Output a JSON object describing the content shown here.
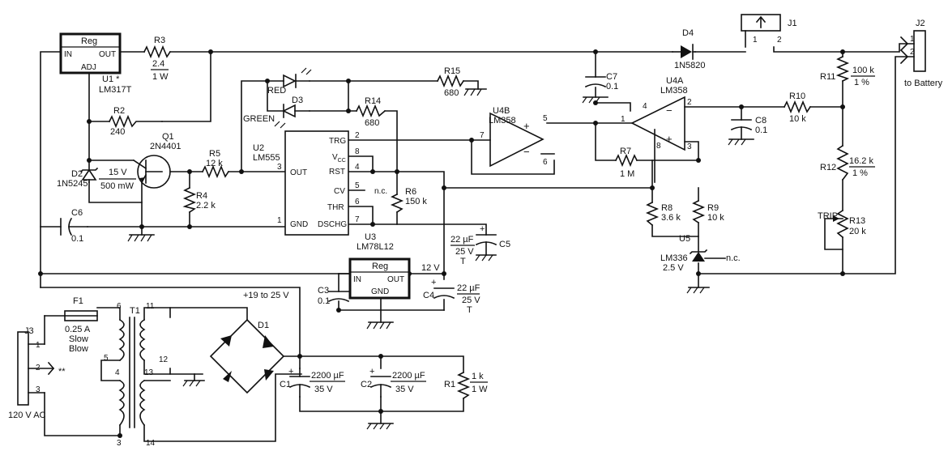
{
  "components": {
    "u1": {
      "box": "Reg",
      "in": "IN",
      "out": "OUT",
      "adj": "ADJ",
      "ref": "U1 *",
      "part": "LM317T"
    },
    "r3": {
      "ref": "R3",
      "value": "2.4",
      "power": "1 W"
    },
    "r2": {
      "ref": "R2",
      "value": "240"
    },
    "q1": {
      "ref": "Q1",
      "part": "2N4401"
    },
    "d2": {
      "ref": "D2",
      "part": "1N5245",
      "volt": "15 V",
      "power": "500 mW"
    },
    "r5": {
      "ref": "R5",
      "value": "12 k"
    },
    "r4": {
      "ref": "R4",
      "value": "2.2 k"
    },
    "c6": {
      "ref": "C6",
      "value": "0.1"
    },
    "leds": {
      "red": "RED",
      "green": "GREEN",
      "d3": "D3"
    },
    "r15": {
      "ref": "R15",
      "value": "680"
    },
    "r14": {
      "ref": "R14",
      "value": "680"
    },
    "u2": {
      "ref": "U2",
      "part": "LM555",
      "trg": "TRG",
      "vcc": "V",
      "vcc_sub": "CC",
      "rst": "RST",
      "cv": "CV",
      "thr": "THR",
      "dschg": "DSCHG",
      "out": "OUT",
      "gnd": "GND",
      "nc": "n.c.",
      "p2": "2",
      "p8": "8",
      "p4": "4",
      "p5": "5",
      "p6": "6",
      "p7": "7",
      "p3": "3",
      "p1": "1"
    },
    "r6": {
      "ref": "R6",
      "value": "150 k"
    },
    "u4b": {
      "ref": "U4B",
      "part": "LM358",
      "p7": "7",
      "p5": "5",
      "p6": "6"
    },
    "c5": {
      "ref": "C5",
      "value": "22 µF",
      "volt": "25 V",
      "type": "T"
    },
    "u3": {
      "ref": "U3",
      "part": "LM78L12",
      "box": "Reg",
      "in": "IN",
      "out": "OUT",
      "gnd": "GND",
      "rail": "12 V"
    },
    "c3": {
      "ref": "C3",
      "value": "0.1"
    },
    "c4": {
      "ref": "C4",
      "value": "22 µF",
      "volt": "25 V",
      "type": "T"
    },
    "d4": {
      "ref": "D4",
      "part": "1N5820"
    },
    "c7": {
      "ref": "C7",
      "value": "0.1"
    },
    "u4a": {
      "ref": "U4A",
      "part": "LM358",
      "p1": "1",
      "p2": "2",
      "p3": "3",
      "p4": "4",
      "p8": "8"
    },
    "r7": {
      "ref": "R7",
      "value": "1 M"
    },
    "r8": {
      "ref": "R8",
      "value": "3.6 k"
    },
    "r9": {
      "ref": "R9",
      "value": "10 k"
    },
    "u5": {
      "ref": "U5",
      "part": "LM336",
      "volt": "2.5 V",
      "nc": "n.c."
    },
    "c8": {
      "ref": "C8",
      "value": "0.1"
    },
    "r10": {
      "ref": "R10",
      "value": "10 k"
    },
    "j1": {
      "ref": "J1",
      "p1": "1",
      "p2": "2"
    },
    "j2": {
      "ref": "J2",
      "p1": "1",
      "p2": "2",
      "label": "to Battery"
    },
    "r11": {
      "ref": "R11",
      "value": "100 k",
      "tol": "1 %"
    },
    "r12": {
      "ref": "R12",
      "value": "16.2 k",
      "tol": "1 %"
    },
    "r13": {
      "ref": "R13",
      "value": "20 k",
      "trip": "TRIP"
    },
    "f1": {
      "ref": "F1",
      "value": "0.25 A",
      "l2": "Slow",
      "l3": "Blow"
    },
    "j3": {
      "ref": "J3",
      "p1": "1",
      "p2": "2",
      "p3": "3",
      "note": "**",
      "label": "120 V AC"
    },
    "t1": {
      "ref": "T1",
      "p6": "6",
      "p5": "5",
      "p4": "4",
      "p3": "3",
      "p11": "11",
      "p12": "12",
      "p13": "13",
      "p14": "14"
    },
    "d1": {
      "ref": "D1",
      "rail": "+19  to  25 V"
    },
    "c1": {
      "ref": "C1",
      "value": "2200 µF",
      "volt": "35 V"
    },
    "c2": {
      "ref": "C2",
      "value": "2200 µF",
      "volt": "35 V"
    },
    "r1": {
      "ref": "R1",
      "value": "1 k",
      "power": "1 W"
    }
  }
}
